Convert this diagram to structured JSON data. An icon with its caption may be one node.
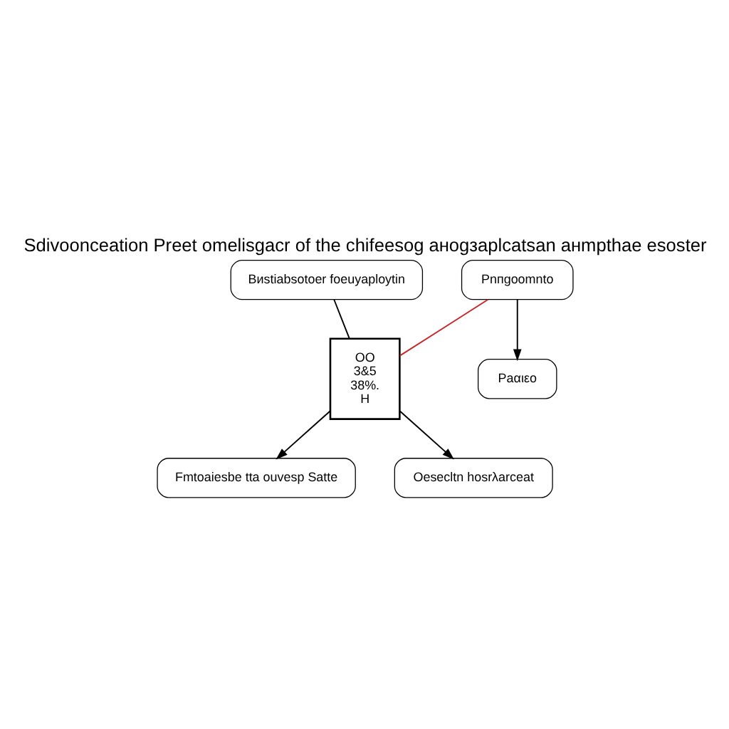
{
  "diagram": {
    "title": "Sdivooncеаtion Preet omelisgacr of the chifeеsog aнogзaplcatsan aнmpthae esoster",
    "nodes": [
      {
        "text": [
          "Bиstiabsotoer foeuyaploytin"
        ]
      },
      {
        "text": [
          "Pnпgoomnto"
        ]
      },
      {
        "text": [
          "OO",
          "3&5",
          "38%.",
          "H"
        ]
      },
      {
        "text": [
          "Paαιεo"
        ]
      },
      {
        "text": [
          "Fmtoaiesbe tta ouvesp Satte"
        ]
      },
      {
        "text": [
          "Oesecltn hosrλarceat"
        ]
      }
    ],
    "edges": [
      {
        "from": 0,
        "to": 2,
        "arrow": "none"
      },
      {
        "from": 1,
        "to": 2,
        "arrow": "none",
        "color": "#cc2222"
      },
      {
        "from": 1,
        "to": 3,
        "arrow": "to"
      },
      {
        "from": 2,
        "to": 4,
        "arrow": "to"
      },
      {
        "from": 2,
        "to": 5,
        "arrow": "to"
      }
    ]
  }
}
